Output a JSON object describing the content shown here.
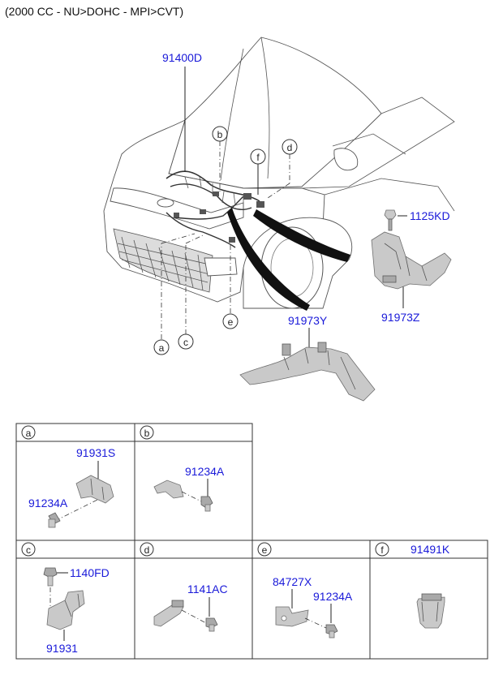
{
  "header": {
    "variant_label": "(2000 CC - NU>DOHC - MPI>CVT)"
  },
  "parts": {
    "harness_main": "91400D",
    "bracket_right": "1125KD",
    "protector_right": "91973Z",
    "protector_lower": "91973Y"
  },
  "callouts": [
    "a",
    "b",
    "c",
    "d",
    "e",
    "f"
  ],
  "table": {
    "cells": [
      {
        "letter": "a",
        "labels": [
          "91931S",
          "91234A"
        ]
      },
      {
        "letter": "b",
        "labels": [
          "91234A"
        ]
      },
      {
        "letter": "c",
        "labels": [
          "1140FD",
          "91931"
        ]
      },
      {
        "letter": "d",
        "labels": [
          "1141AC"
        ]
      },
      {
        "letter": "e",
        "labels": [
          "84727X",
          "91234A"
        ]
      },
      {
        "letter": "f",
        "labels": [
          "91491K"
        ]
      }
    ]
  },
  "colors": {
    "part_number": "#1a1ad9",
    "part_fill": "#c9c9c9",
    "line": "#222222"
  }
}
